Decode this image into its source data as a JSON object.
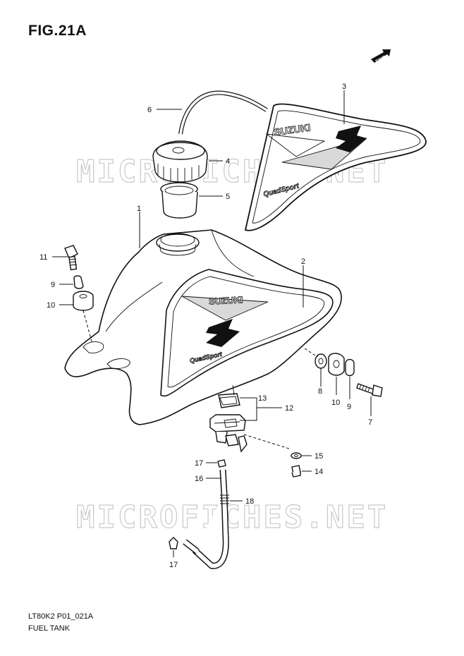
{
  "figure": {
    "title": "FIG.21A",
    "code": "LT80K2 P01_021A",
    "name": "FUEL TANK",
    "forward_marker": "FWD",
    "watermark": "MICROFICHES.NET"
  },
  "decals": {
    "brand": "SUZUKI",
    "model": "QuadSport"
  },
  "callouts": {
    "c1": "1",
    "c2": "2",
    "c3": "3",
    "c4": "4",
    "c5": "5",
    "c6": "6",
    "c7": "7",
    "c8": "8",
    "c9a": "9",
    "c9b": "9",
    "c10a": "10",
    "c10b": "10",
    "c11": "11",
    "c12": "12",
    "c13": "13",
    "c14": "14",
    "c15": "15",
    "c16": "16",
    "c17a": "17",
    "c17b": "17",
    "c18": "18"
  }
}
